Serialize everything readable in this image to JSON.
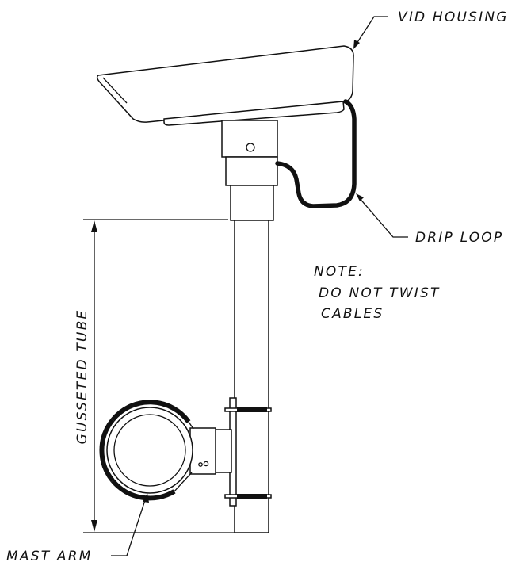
{
  "labels": {
    "vid_housing": "VID HOUSING",
    "drip_loop": "DRIP LOOP",
    "note_title": "NOTE:",
    "note_line1": "DO NOT TWIST",
    "note_line2": "CABLES",
    "gusseted_tube": "GUSSETED TUBE",
    "mast_arm": "MAST ARM"
  },
  "colors": {
    "line": "#111111",
    "background": "#ffffff"
  }
}
